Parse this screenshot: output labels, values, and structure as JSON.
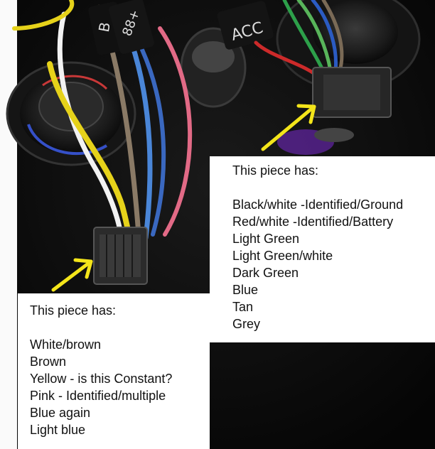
{
  "photo": {
    "tag_labels": [
      "B",
      "88+",
      "ACC"
    ]
  },
  "annotations": {
    "right": {
      "heading": "This piece has:",
      "items": [
        "Black/white -Identified/Ground",
        "Red/white -Identified/Battery",
        "Light Green",
        "Light Green/white",
        "Dark Green",
        "Blue",
        "Tan",
        "Grey"
      ]
    },
    "left": {
      "heading": "This piece has:",
      "items": [
        "White/brown",
        "Brown",
        "Yellow - is this Constant?",
        "Pink -  Identified/multiple",
        "Blue again",
        "Light blue"
      ]
    }
  },
  "colors": {
    "arrow": "#f4e51a",
    "background": "#000000",
    "panel": "#ffffff"
  }
}
